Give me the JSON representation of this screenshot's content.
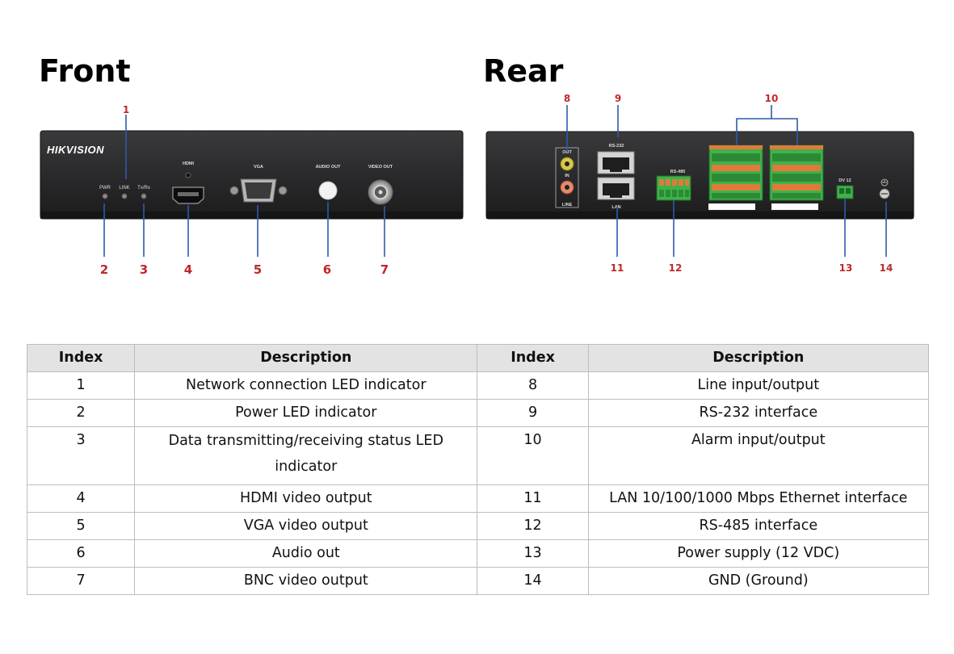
{
  "headings": {
    "front": "Front",
    "rear": "Rear"
  },
  "front_panel": {
    "brand": "HIKVISION",
    "leds": [
      "PWR",
      "LINK",
      "Tx/Rx"
    ],
    "ports": {
      "hdmi": "HDMI",
      "vga": "VGA",
      "audio_out": "AUDIO OUT",
      "video_out": "VIDEO OUT"
    },
    "callouts": [
      "1",
      "2",
      "3",
      "4",
      "5",
      "6",
      "7"
    ]
  },
  "rear_panel": {
    "line": {
      "out": "OUT",
      "in": "IN",
      "label": "LINE"
    },
    "ports": {
      "rs232": "RS-232",
      "lan": "LAN",
      "rs485": "RS-485",
      "dv12": "DV 12"
    },
    "callouts": [
      "8",
      "9",
      "10",
      "11",
      "12",
      "13",
      "14"
    ]
  },
  "table": {
    "headers": [
      "Index",
      "Description",
      "Index",
      "Description"
    ],
    "rows": [
      {
        "i1": "1",
        "d1": "Network connection LED indicator",
        "i2": "8",
        "d2": "Line input/output"
      },
      {
        "i1": "2",
        "d1": "Power LED indicator",
        "i2": "9",
        "d2": "RS-232 interface"
      },
      {
        "i1": "3",
        "d1": "Data transmitting/receiving status LED indicator",
        "i2": "10",
        "d2": "Alarm input/output"
      },
      {
        "i1": "4",
        "d1": "HDMI video output",
        "i2": "11",
        "d2": "LAN 10/100/1000 Mbps Ethernet interface"
      },
      {
        "i1": "5",
        "d1": "VGA video output",
        "i2": "12",
        "d2": "RS-485 interface"
      },
      {
        "i1": "6",
        "d1": "Audio out",
        "i2": "13",
        "d2": "Power supply (12 VDC)"
      },
      {
        "i1": "7",
        "d1": "BNC video output",
        "i2": "14",
        "d2": "GND (Ground)"
      }
    ]
  }
}
